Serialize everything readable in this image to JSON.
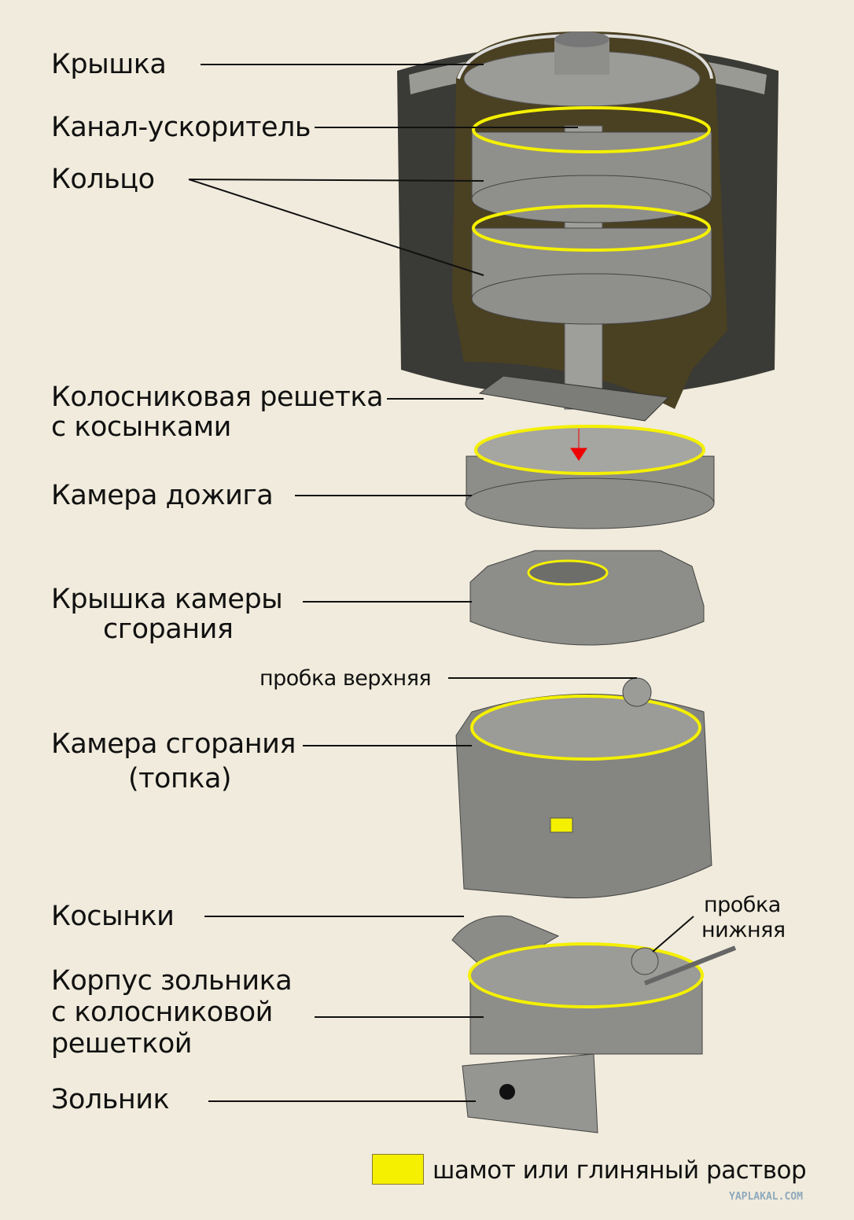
{
  "labels": {
    "lid": "Крышка",
    "channel": "Канал-ускоритель",
    "ring": "Кольцо",
    "grate_line1": "Колосниковая решетка",
    "grate_line2": "с косынками",
    "afterburn": "Камера дожига",
    "chamber_lid_line1": "Крышка камеры",
    "chamber_lid_line2": "сгорания",
    "plug_top": "пробка верхняя",
    "chamber_line1": "Камера сгорания",
    "chamber_line2": "(топка)",
    "gussets": "Косынки",
    "plug_bottom_line1": "пробка",
    "plug_bottom_line2": "нижняя",
    "ash_body_line1": "Корпус зольника",
    "ash_body_line2": "с колосниковой",
    "ash_body_line3": "решеткой",
    "ash_pan": "Зольник"
  },
  "legend": {
    "color": "#f4f000",
    "text": "шамот или глиняный раствор"
  },
  "watermark": "YAPLAKAL.COM"
}
